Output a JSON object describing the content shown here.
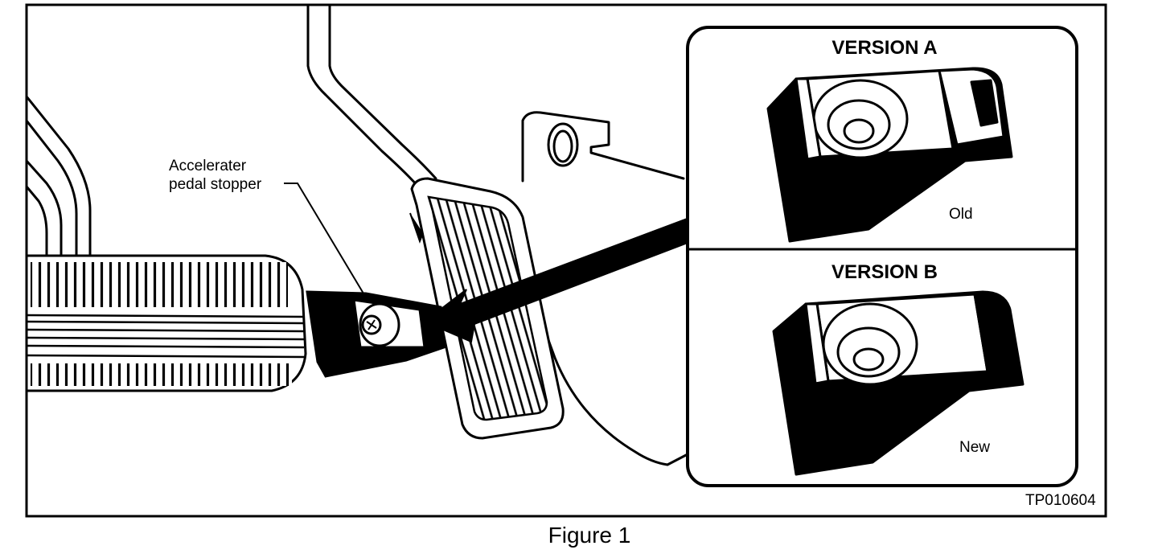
{
  "callout": {
    "line1": "Accelerater",
    "line2": "pedal stopper"
  },
  "inset": {
    "version_a": {
      "title": "VERSION A",
      "label": "Old"
    },
    "version_b": {
      "title": "VERSION B",
      "label": "New"
    }
  },
  "figure_code": "TP010604",
  "caption": "Figure 1",
  "colors": {
    "ink": "#000000",
    "paper": "#ffffff"
  }
}
